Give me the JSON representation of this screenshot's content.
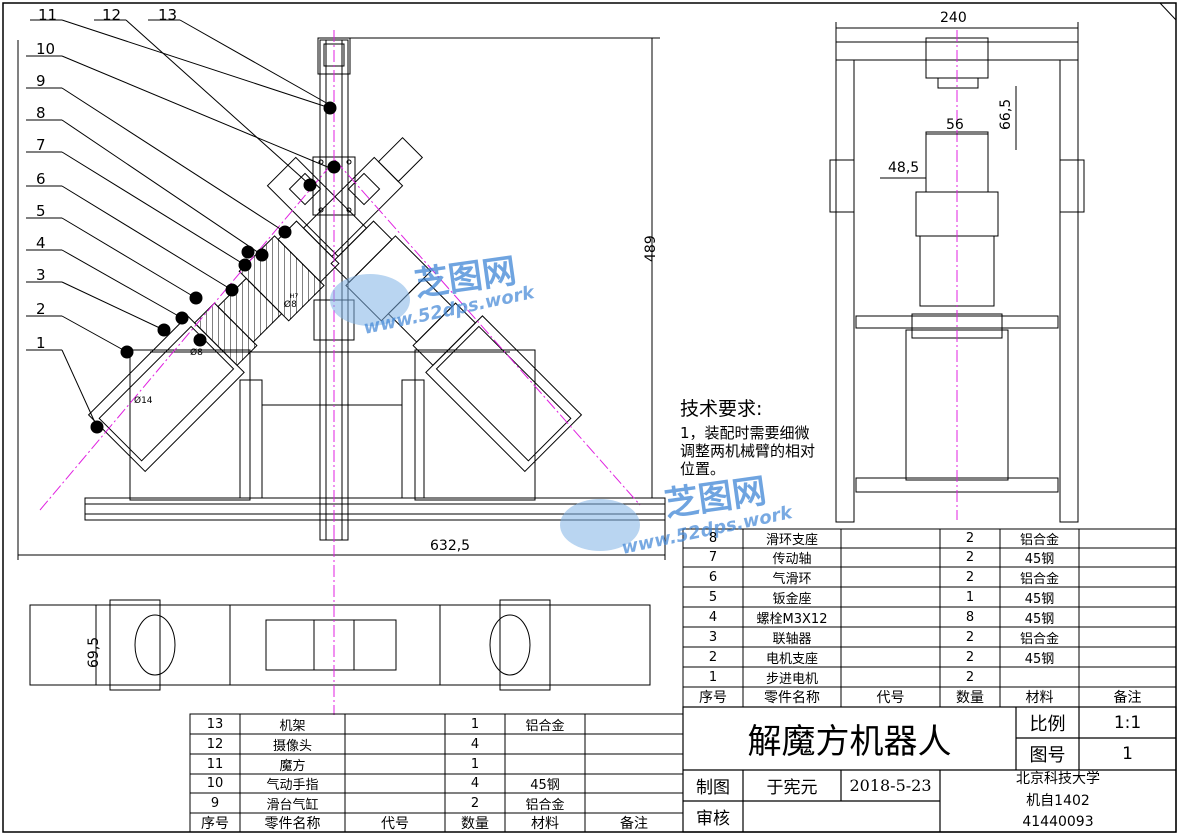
{
  "callouts": [
    "11",
    "12",
    "13",
    "10",
    "9",
    "8",
    "7",
    "6",
    "5",
    "4",
    "3",
    "2",
    "1"
  ],
  "dimensions": {
    "total_height": "489",
    "total_width": "632,5",
    "side_width": "240",
    "side_offset": "66,5",
    "motor_width": "56",
    "side_left": "48,5",
    "bottom_height": "69,5",
    "fit_small": "Ø8",
    "fit_small2": "Ø8",
    "fit_big": "Ø14",
    "fit_tol": "H7"
  },
  "tech": {
    "title": "技术要求:",
    "line1": "1，装配时需要细微",
    "line2": "调整两机械臂的相对",
    "line3": "位置。"
  },
  "watermark": {
    "brand": "芝图网",
    "url": "www.52dps.work"
  },
  "right_bom": {
    "rows": [
      {
        "no": "8",
        "name": "滑环支座",
        "code": "",
        "qty": "2",
        "mat": "铝合金",
        "note": ""
      },
      {
        "no": "7",
        "name": "传动轴",
        "code": "",
        "qty": "2",
        "mat": "45钢",
        "note": ""
      },
      {
        "no": "6",
        "name": "气滑环",
        "code": "",
        "qty": "2",
        "mat": "铝合金",
        "note": ""
      },
      {
        "no": "5",
        "name": "钣金座",
        "code": "",
        "qty": "1",
        "mat": "45钢",
        "note": ""
      },
      {
        "no": "4",
        "name": "螺栓M3X12",
        "code": "",
        "qty": "8",
        "mat": "45钢",
        "note": ""
      },
      {
        "no": "3",
        "name": "联轴器",
        "code": "",
        "qty": "2",
        "mat": "铝合金",
        "note": ""
      },
      {
        "no": "2",
        "name": "电机支座",
        "code": "",
        "qty": "2",
        "mat": "45钢",
        "note": ""
      },
      {
        "no": "1",
        "name": "步进电机",
        "code": "",
        "qty": "2",
        "mat": "",
        "note": ""
      }
    ],
    "header": {
      "no": "序号",
      "name": "零件名称",
      "code": "代号",
      "qty": "数量",
      "mat": "材料",
      "note": "备注"
    }
  },
  "left_bom": {
    "rows": [
      {
        "no": "13",
        "name": "机架",
        "code": "",
        "qty": "1",
        "mat": "铝合金",
        "note": ""
      },
      {
        "no": "12",
        "name": "摄像头",
        "code": "",
        "qty": "4",
        "mat": "",
        "note": ""
      },
      {
        "no": "11",
        "name": "魔方",
        "code": "",
        "qty": "1",
        "mat": "",
        "note": ""
      },
      {
        "no": "10",
        "name": "气动手指",
        "code": "",
        "qty": "4",
        "mat": "45钢",
        "note": ""
      },
      {
        "no": "9",
        "name": "滑台气缸",
        "code": "",
        "qty": "2",
        "mat": "铝合金",
        "note": ""
      }
    ],
    "header": {
      "no": "序号",
      "name": "零件名称",
      "code": "代号",
      "qty": "数量",
      "mat": "材料",
      "note": "备注"
    }
  },
  "title_block": {
    "title": "解魔方机器人",
    "scale_label": "比例",
    "scale_value": "1:1",
    "drawing_label": "图号",
    "drawing_value": "1",
    "drawn_label": "制图",
    "drawn_by": "于宪元",
    "date": "2018-5-23",
    "check_label": "审核",
    "school": "北京科技大学",
    "class": "机自1402",
    "student_id": "41440093"
  }
}
